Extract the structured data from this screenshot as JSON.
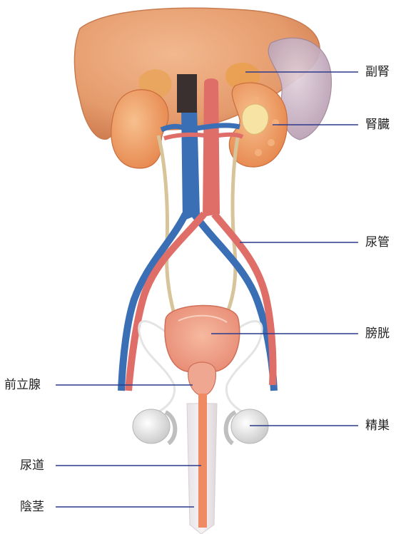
{
  "labels": {
    "adrenal": "副腎",
    "kidney": "腎臓",
    "ureter": "尿管",
    "bladder": "膀胱",
    "prostate": "前立腺",
    "testis": "精巣",
    "urethra": "尿道",
    "penis": "陰茎"
  },
  "colors": {
    "liver": "#e8a274",
    "kidney": "#f0a070",
    "vein": "#3a6fb5",
    "artery": "#e06e68",
    "ureter": "#d8c49a",
    "bladder": "#f2a38c",
    "testis": "#e6e6e6",
    "leader": "#2b3a8c"
  }
}
